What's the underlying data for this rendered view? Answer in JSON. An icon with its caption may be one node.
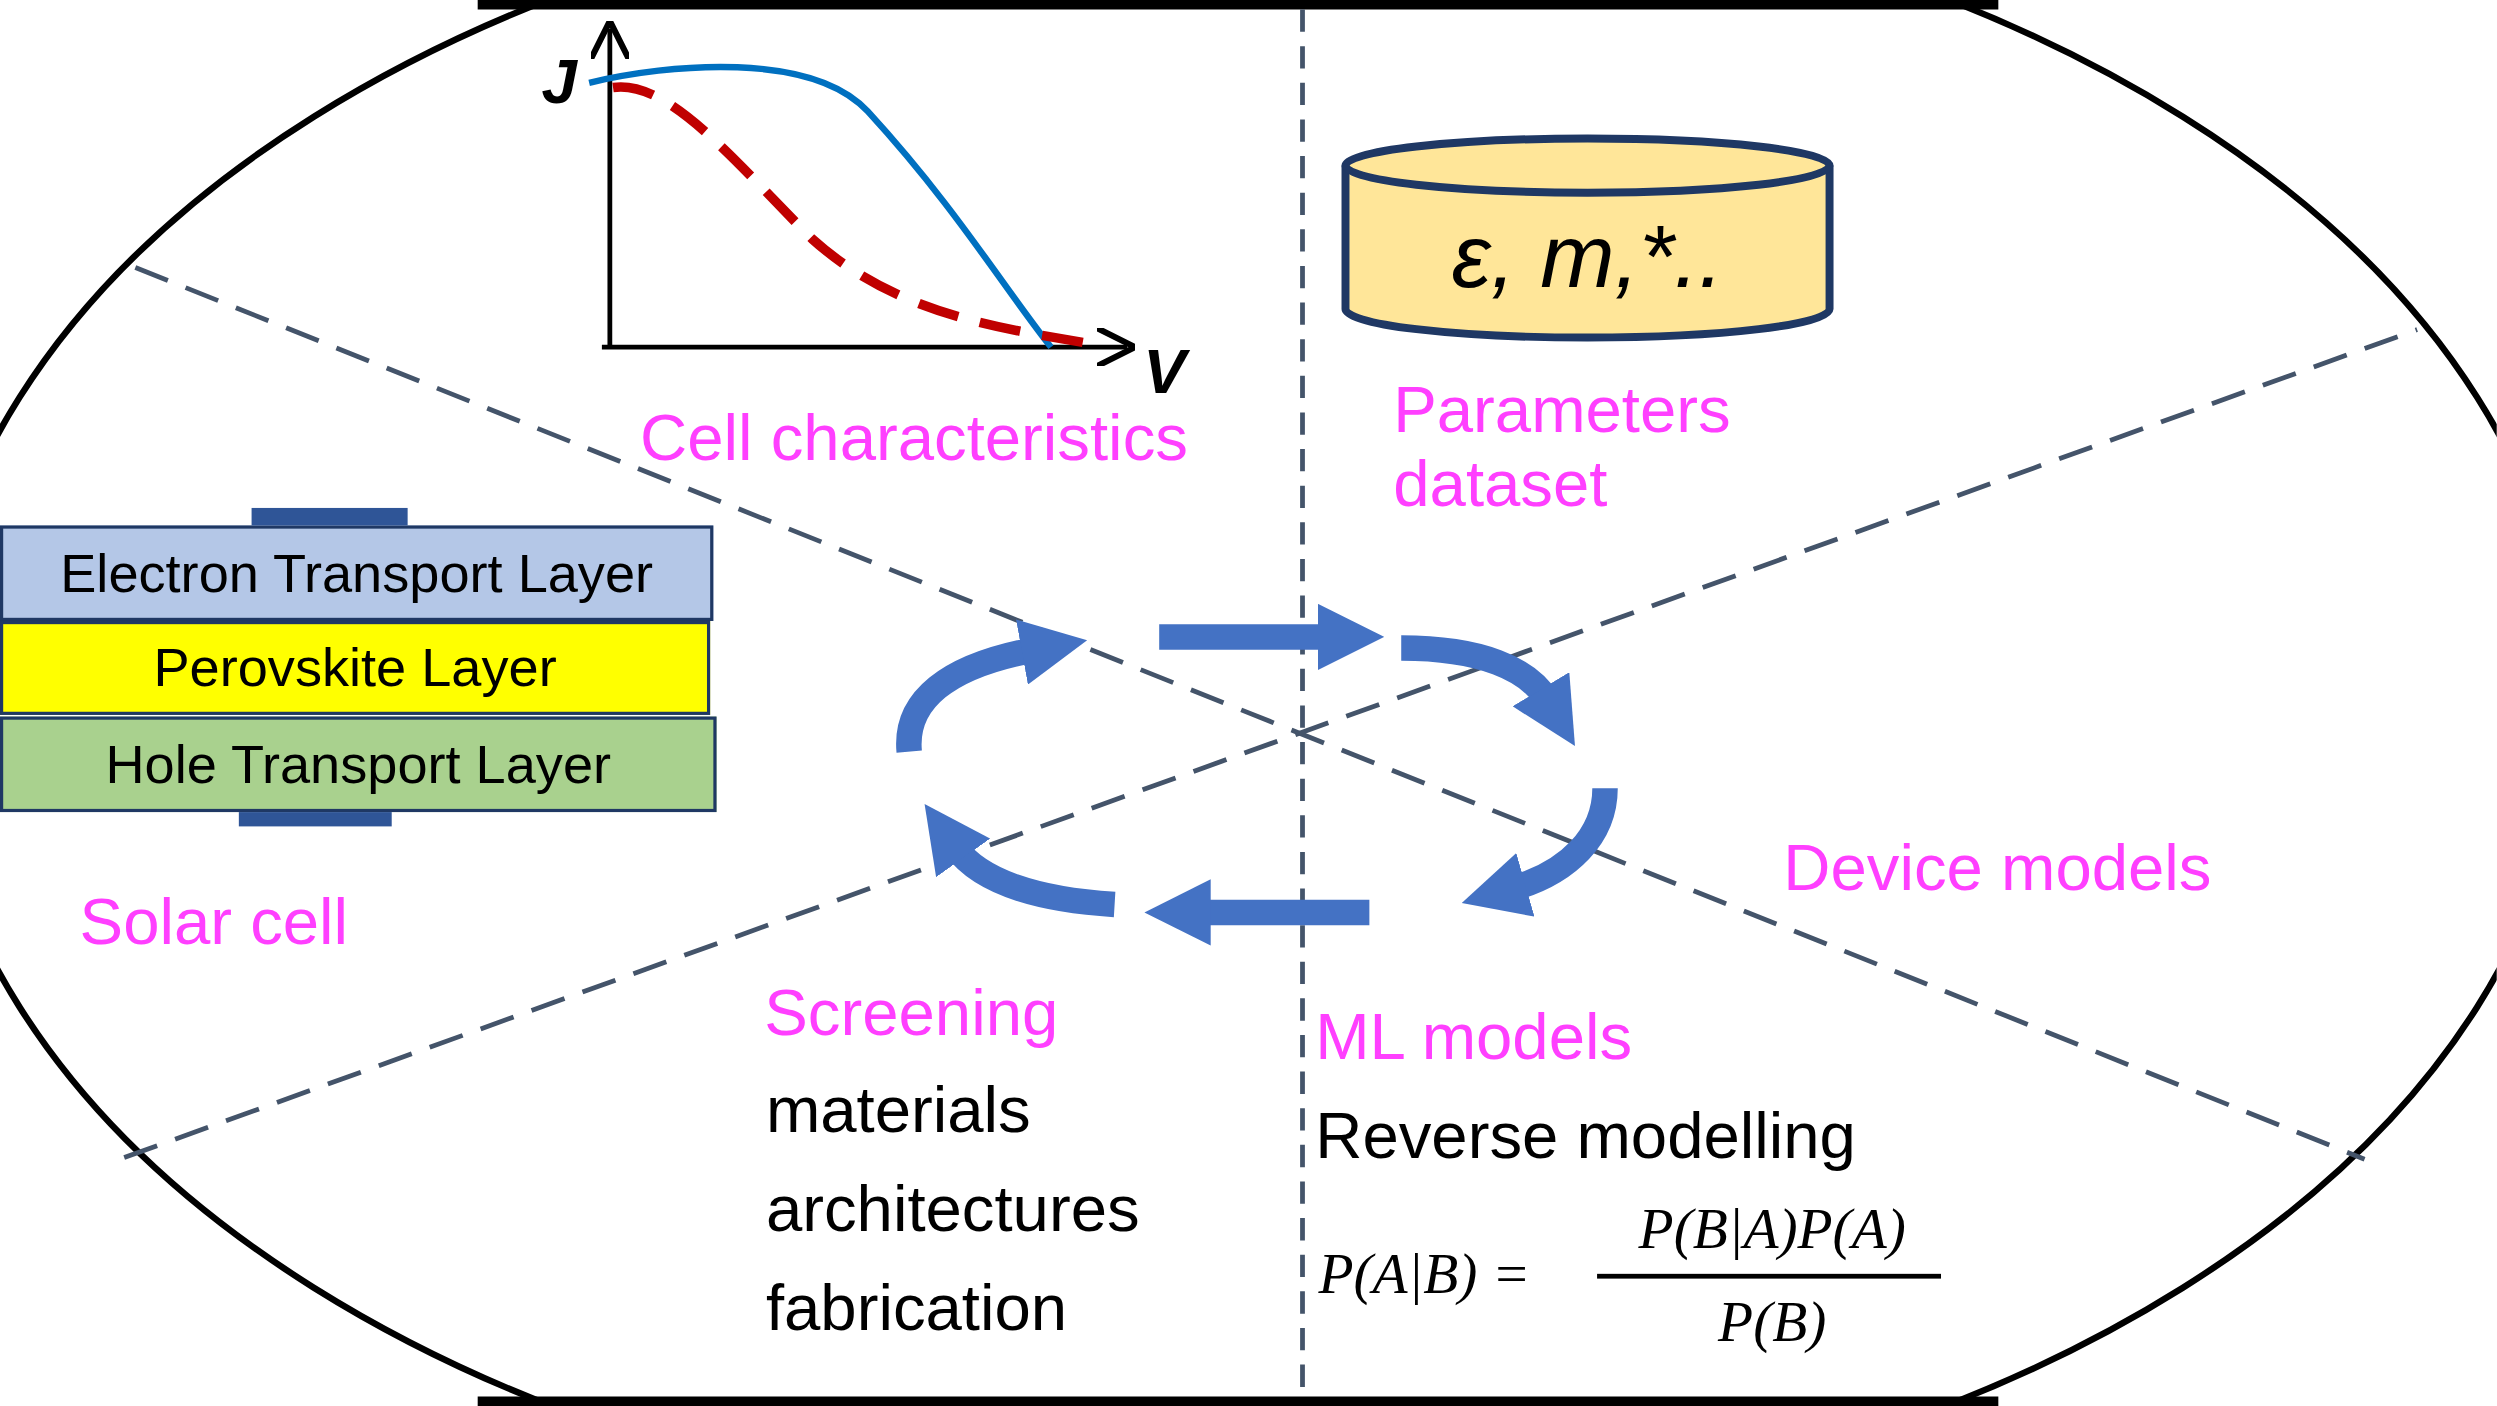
{
  "diagram": {
    "nodes": [
      {
        "text": [
          "Electron Transport Layer"
        ]
      },
      {
        "text": [
          "Perovskite Layer"
        ]
      },
      {
        "text": [
          "Hole Transport Layer"
        ]
      },
      {
        "text": [
          "ε, m,*.."
        ]
      },
      {
        "text": [],
        "shape": "bar"
      },
      {
        "text": [],
        "shape": "bar"
      }
    ],
    "edges": [],
    "labels": [
      "J",
      "V",
      "Cell characteristics",
      "Parameters dataset",
      "Solar cell",
      "Device models",
      "Screening",
      "materials",
      "architectures",
      "fabrication",
      "ML models",
      "Reverse modelling",
      "P(A|B) =",
      "P(B|A)P(A)",
      "P(B)"
    ]
  }
}
